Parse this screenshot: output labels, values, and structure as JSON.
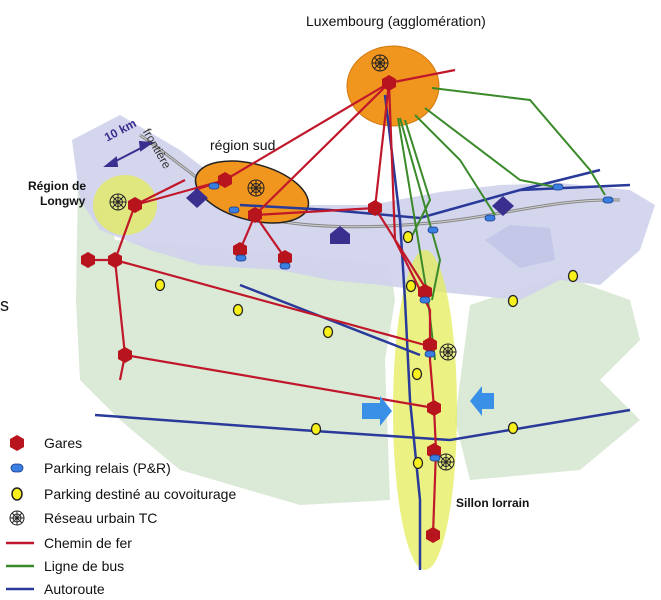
{
  "labels": {
    "luxembourg": "Luxembourg (agglomération)",
    "region_sud": "région sud",
    "region_longwy_1": "Région de",
    "region_longwy_2": "Longwy",
    "distance": "10 km",
    "frontiere": "frontière",
    "sillon": "Sillon lorrain",
    "edge_fragment": "s"
  },
  "legend": [
    {
      "key": "gares",
      "label": "Gares",
      "icon": "hexagon-red-icon"
    },
    {
      "key": "pr",
      "label": "Parking relais (P&R)",
      "icon": "blue-pill-icon"
    },
    {
      "key": "covoit",
      "label": "Parking destiné au covoiturage",
      "icon": "yellow-circle-icon"
    },
    {
      "key": "urbain",
      "label": "Réseau urbain TC",
      "icon": "web-icon"
    },
    {
      "key": "rail",
      "label": "Chemin de fer",
      "icon": "red-line-icon"
    },
    {
      "key": "bus",
      "label": "Ligne de bus",
      "icon": "green-line-icon"
    },
    {
      "key": "autoroute",
      "label": "Autoroute",
      "icon": "blue-line-icon"
    }
  ],
  "colors": {
    "rail": "#c0182a",
    "bus": "#3a8a2a",
    "autoroute": "#2a3a9a",
    "gare": "#b8141e",
    "orange": "#f0961e",
    "yellow_zone": "#e4ec5a",
    "lavender": "#cfd2ec",
    "green_land": "#dbe9d7",
    "pr": "#3a7fe0",
    "covoit_fill": "#f7f01a"
  }
}
